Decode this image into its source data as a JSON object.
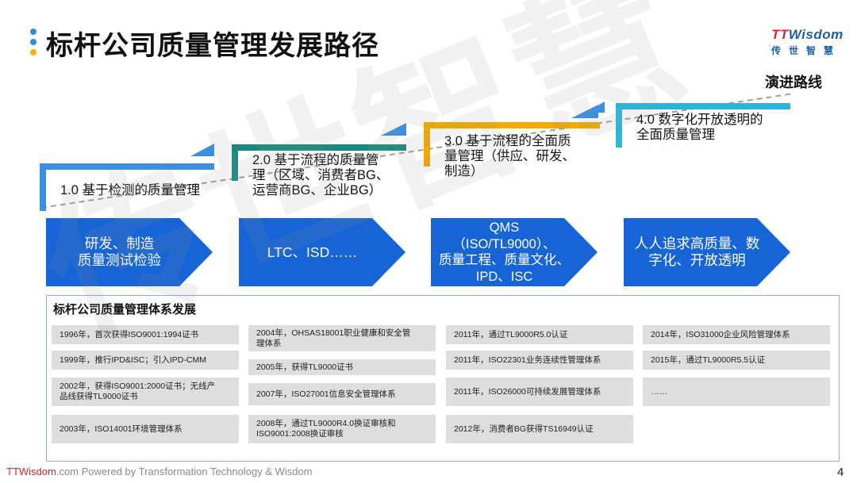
{
  "title": "标杆公司质量管理发展路径",
  "logo": {
    "tt": "TT",
    "wisdom": "Wisdom",
    "sub": "传世智慧"
  },
  "route_label": "演进路线",
  "stages": [
    {
      "label": "1.0 基于检测的质量管理",
      "color": "#3a8fe0"
    },
    {
      "label": "2.0 基于流程的质量管理（区域、消费者BG、运营商BG、企业BG）",
      "line1": "2.0 基于流程的质量管",
      "line2": "理（区域、消费者BG、",
      "line3": "运营商BG、企业BG）",
      "color": "#1a8a7e"
    },
    {
      "line1": "3.0 基于流程的全面质",
      "line2": "量管理（供应、研发、",
      "line3": "制造）",
      "color": "#f2a900"
    },
    {
      "line1": "4.0 数字化开放透明的",
      "line2": "全面质量管理",
      "color": "#2bb5d9"
    }
  ],
  "chevrons": [
    {
      "line1": "研发、制造",
      "line2": "质量测试检验"
    },
    {
      "line1": "LTC、ISD……"
    },
    {
      "line1": "QMS",
      "line2": "（ISO/TL9000）、",
      "line3": "质量工程、质量文化、",
      "line4": "IPD、ISC"
    },
    {
      "line1": "人人追求高质量、数",
      "line2": "字化、开放透明"
    }
  ],
  "panel": {
    "title": "标杆公司质量管理体系发展",
    "col1": [
      "1996年，首次获得ISO9001:1994证书",
      "1999年，推行IPD&ISC；引入IPD-CMM",
      [
        "2002年，获得ISO9001:2000证书；无线产",
        "品线获得TL9000证书"
      ],
      "2003年，ISO14001环境管理体系"
    ],
    "col2": [
      [
        "2004年，OHSAS18001职业健康和安全管",
        "理体系"
      ],
      "2005年，获得TL9000证书",
      "2007年，ISO27001信息安全管理体系",
      [
        "2008年，通过TL9000R4.0换证审核和",
        "ISO9001:2008换证审核"
      ]
    ],
    "col3": [
      "2011年，通过TL9000R5.0认证",
      "2011年，ISO22301业务连续性管理体系",
      "2011年，ISO26000可持续发展管理体系",
      "2012年，消费者BG获得TS16949认证"
    ],
    "col4": [
      "2014年，ISO31000企业风险管理体系",
      "2015年，通过TL9000R5.5认证",
      "……"
    ]
  },
  "watermark": "传世智慧",
  "footer": {
    "tt": "TTWisdom",
    "com": ".com",
    "powered": " Powered by Transformation Technology & Wisdom"
  },
  "page_number": "4",
  "colors": {
    "chevron": "#1664d6",
    "panel_border": "#8cb1cc",
    "cell_bg": "#dedede"
  }
}
